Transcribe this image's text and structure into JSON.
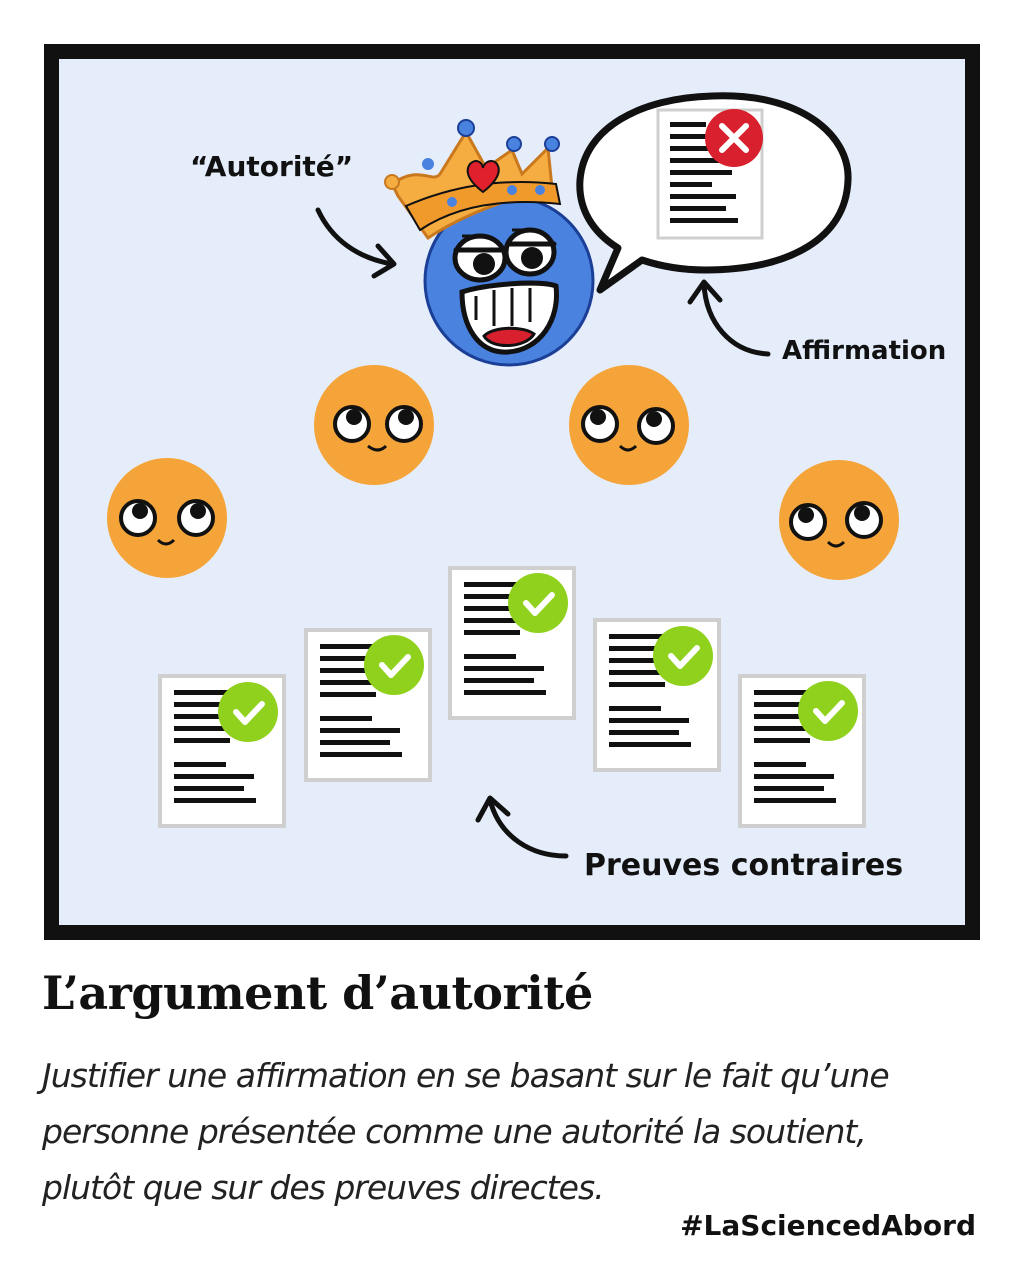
{
  "labels": {
    "authority": "“Autorité”",
    "claim": "Affirmation",
    "evidence": "Preuves contraires"
  },
  "title": "L’argument d’autorité",
  "description_lines": [
    "Justifier une affirmation en se basant sur le fait qu’une",
    "personne présentée comme une autorité la soutient,",
    "plutôt que sur des preuves directes."
  ],
  "hashtag": "#LaSciencedAbord",
  "colors": {
    "panel_bg": "#e5edfb",
    "border": "#111111",
    "authority_face": "#4a82e0",
    "crown": "#f5ad42",
    "follower_face": "#f5a43a",
    "check_badge": "#8fd11c",
    "reject_badge": "#d8202e"
  },
  "icons": [
    "crown-icon",
    "heart-icon",
    "check-icon",
    "cross-icon",
    "document-icon",
    "speech-bubble-icon",
    "arrow-icon"
  ]
}
